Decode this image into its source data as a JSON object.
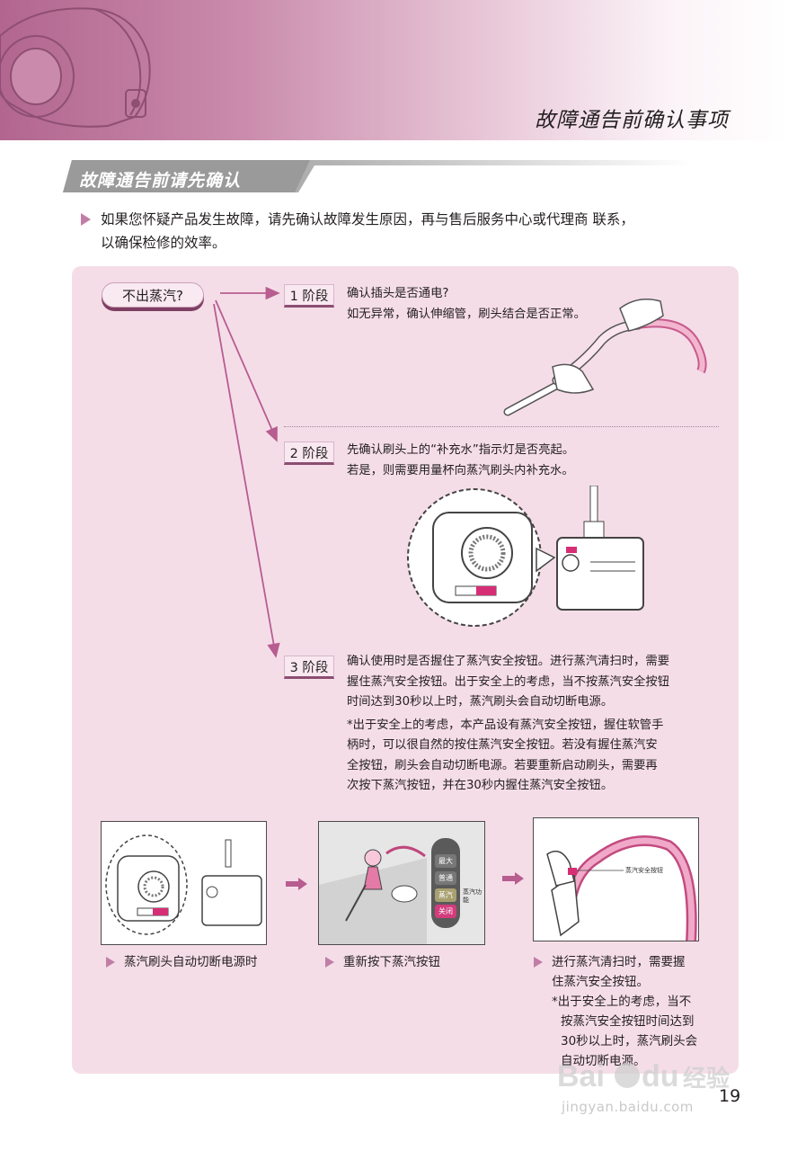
{
  "header": {
    "title": "故障通告前确认事项"
  },
  "section": {
    "title": "故障通告前请先确认"
  },
  "intro": {
    "lines": [
      "如果您怀疑产品发生故障，请先确认故障发生原因，再与售后服务中心或代理商 联系，",
      "以确保检修的效率。"
    ]
  },
  "flow": {
    "start_label": "不出蒸汽?",
    "stages": [
      {
        "label": "1 阶段",
        "lines": [
          "确认插头是否通电?",
          "如无异常，确认伸缩管，刷头结合是否正常。"
        ]
      },
      {
        "label": "2 阶段",
        "lines": [
          "先确认刷头上的“补充水”指示灯是否亮起。",
          "若是，则需要用量杯向蒸汽刷头内补充水。"
        ]
      },
      {
        "label": "3 阶段",
        "lines": [
          "确认使用时是否握住了蒸汽安全按钮。进行蒸汽清扫时，需要",
          "握住蒸汽安全按钮。出于安全上的考虑，当不按蒸汽安全按钮",
          "时间达到30秒以上时，蒸汽刷头会自动切断电源。"
        ],
        "note": [
          "*出于安全上的考虑，本产品设有蒸汽安全按钮，握住软管手",
          "柄时，可以很自然的按住蒸汽安全按钮。若没有握住蒸汽安",
          "全按钮，刷头会自动切断电源。若要重新启动刷头，需要再",
          "次按下蒸汽按钮，并在30秒内握住蒸汽安全按钮。"
        ]
      }
    ]
  },
  "sequence": {
    "captions": [
      {
        "lines": [
          "蒸汽刷头自动切断电源时"
        ]
      },
      {
        "lines": [
          "重新按下蒸汽按钮"
        ]
      },
      {
        "lines": [
          "进行蒸汽清扫时，需要握",
          "住蒸汽安全按钮。"
        ],
        "note": [
          "*出于安全上的考虑，当不",
          "按蒸汽安全按钮时间达到",
          "30秒以上时，蒸汽刷头会",
          "自动切断电源。"
        ]
      }
    ],
    "panel_labels": {
      "buttons": [
        "最大",
        "普通",
        "蒸汽",
        "关闭"
      ],
      "steam_function": "蒸汽功能",
      "safety_button": "蒸汽安全按钮"
    }
  },
  "page_number": "19",
  "watermark": {
    "brand": "Bai du 经验",
    "url": "jingyan.baidu.com"
  },
  "colors": {
    "accent": "#c07ea6",
    "panel": "#f5dde8",
    "dark_pink": "#8c4d72",
    "header_pink": "#b2668f",
    "arrow": "#b75d90"
  }
}
